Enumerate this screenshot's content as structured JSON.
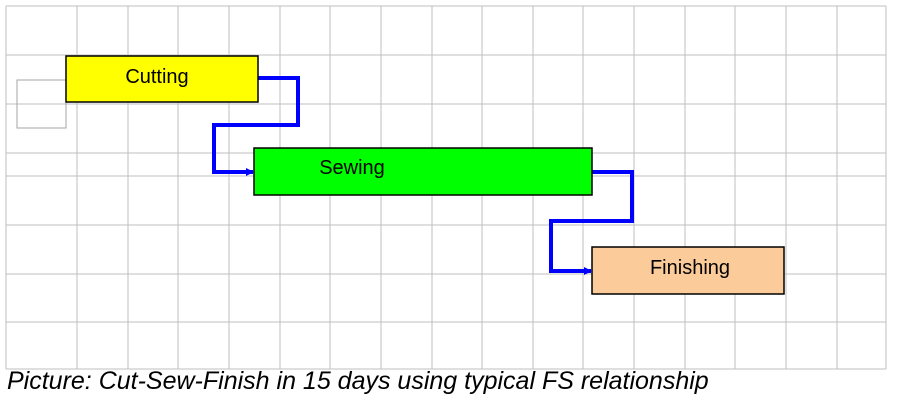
{
  "diagram": {
    "tasks": [
      {
        "label": "Cutting",
        "color": "#FFFF00"
      },
      {
        "label": "Sewing",
        "color": "#00FF00"
      },
      {
        "label": "Finishing",
        "color": "#FBCB9A"
      }
    ],
    "connector_color": "#0000FF",
    "grid_color": "#BFBFBF",
    "relationship": "FS"
  },
  "caption": "Picture: Cut-Sew-Finish in 15 days using typical FS relationship"
}
